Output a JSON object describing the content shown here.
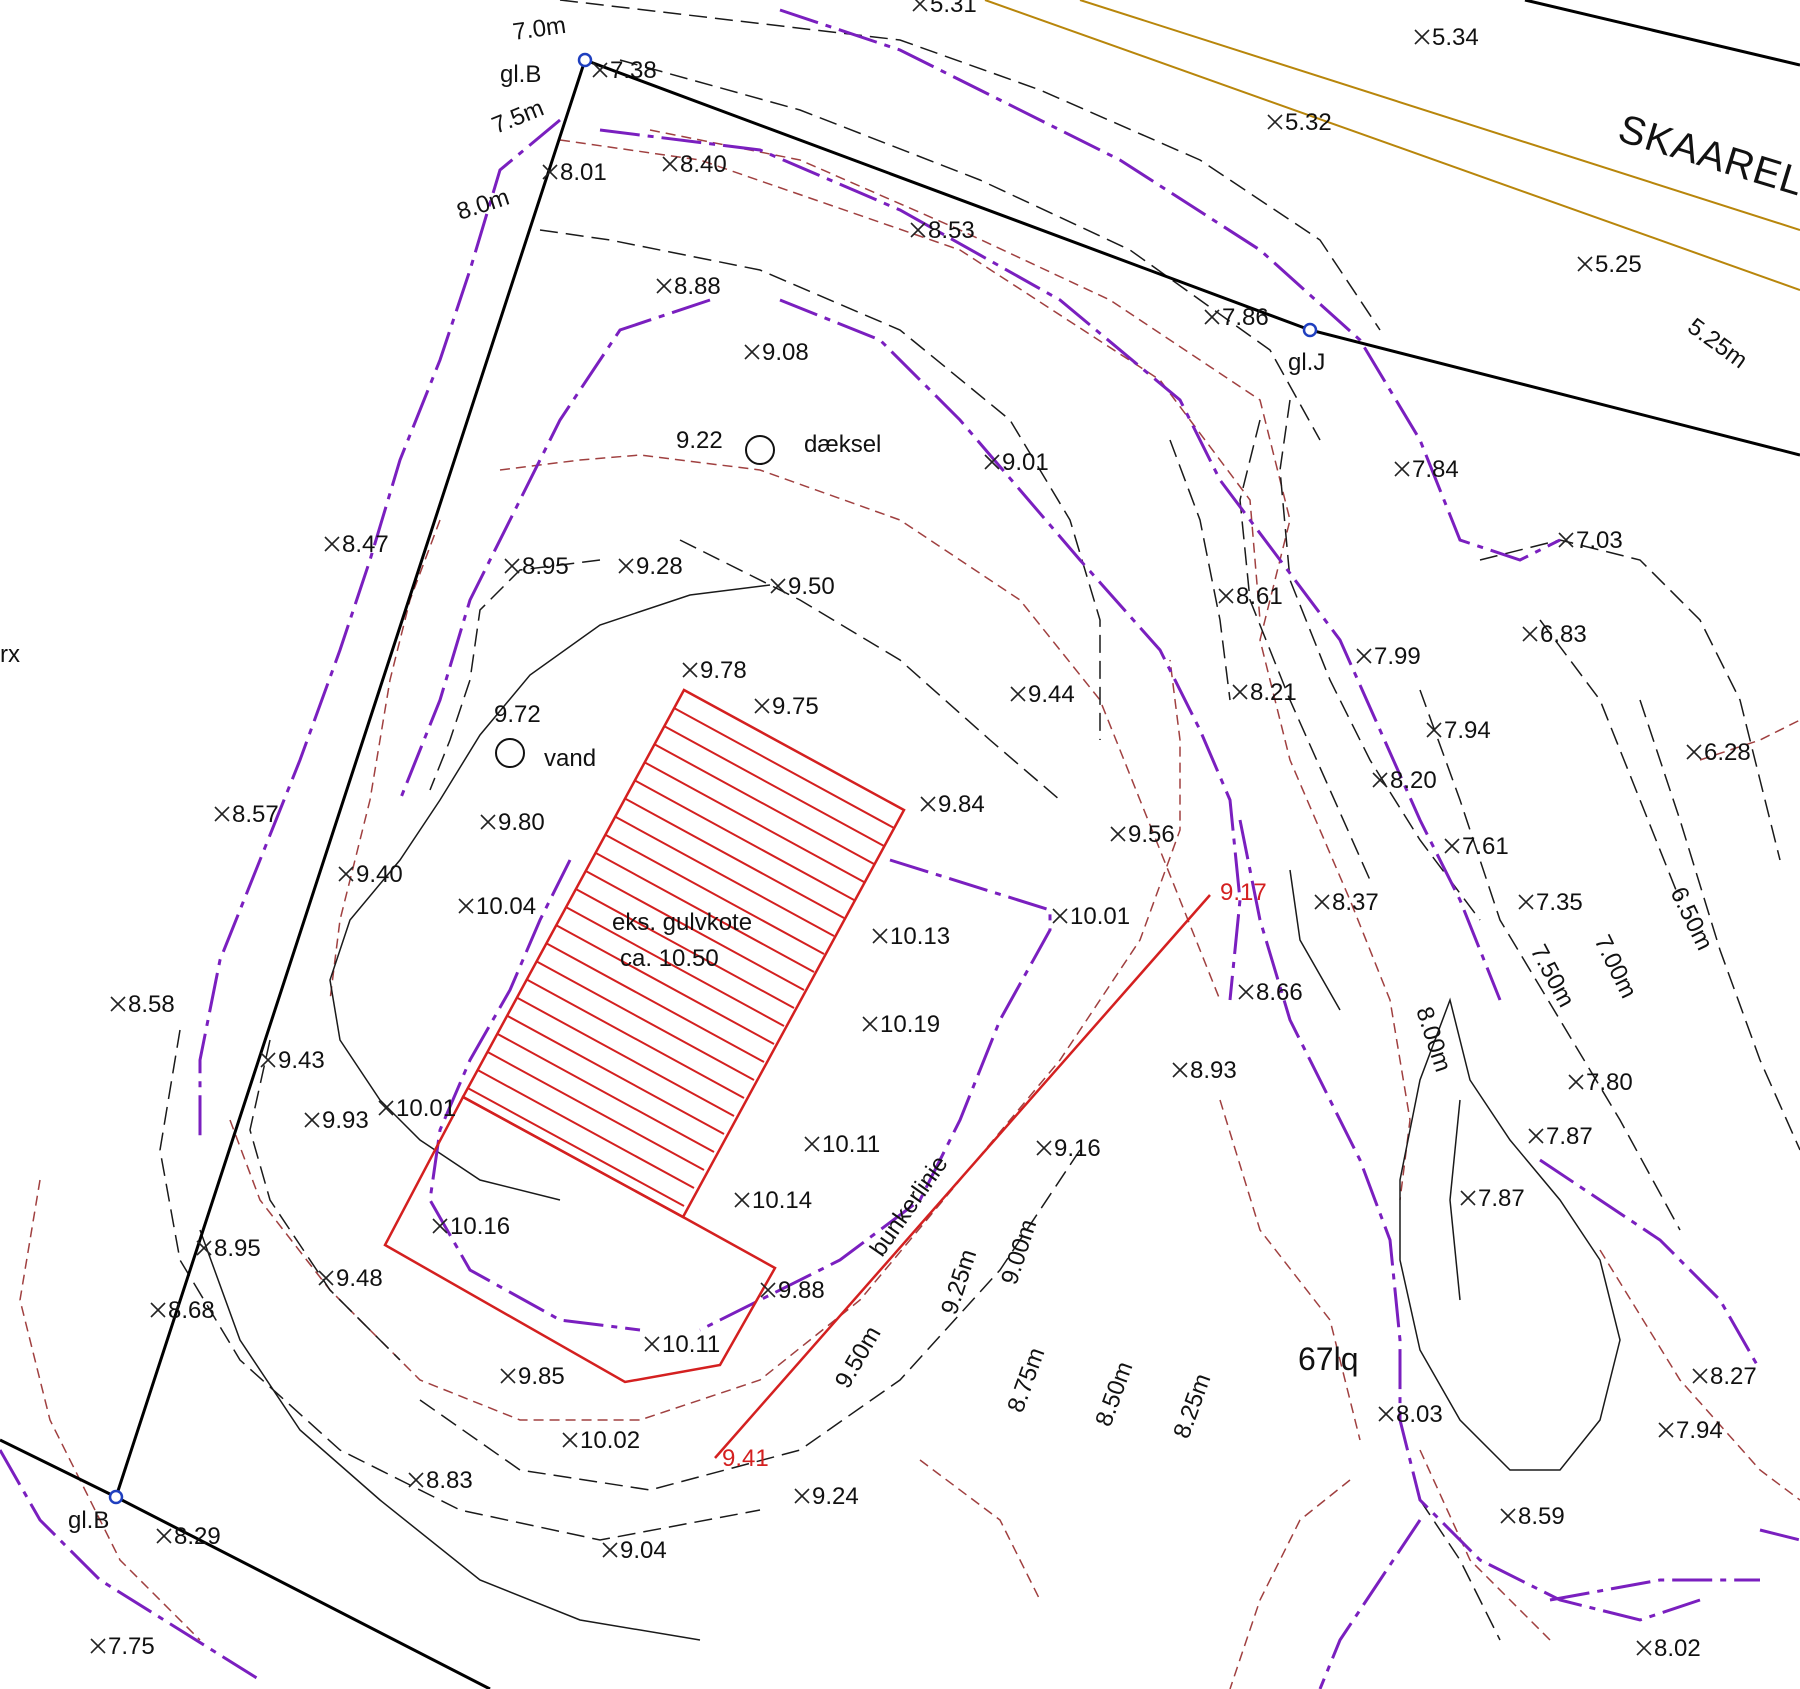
{
  "map": {
    "road_name": "SKAAREL",
    "cadastral_label": "67lq",
    "partial_left_label": "-rx",
    "colors": {
      "paper": "#ffffff",
      "boundary": "#000000",
      "contour_black": "#1a1a1a",
      "contour_purple": "#7a1fbf",
      "contour_brown": "#a04040",
      "building": "#d42020",
      "road_edge": "#b8860b",
      "boundary_point": "#1f3fbf"
    },
    "icons": {
      "spot_height": "x-cross-marker",
      "boundary_point": "small-blue-circle",
      "cover": "circle-marker"
    }
  },
  "boundary_points": [
    {
      "id": "bp-top",
      "label": "gl.B"
    },
    {
      "id": "bp-right",
      "label": "gl.J"
    },
    {
      "id": "bp-bottom",
      "label": "gl.B"
    }
  ],
  "building": {
    "label_line1": "eks. gulvkote",
    "label_line2": "ca. 10.50"
  },
  "bunker": {
    "label": "bunkerlinie",
    "end_top": "9.17",
    "end_bottom": "9.41"
  },
  "features": [
    {
      "id": "daeksel",
      "label": "dæksel",
      "value": "9.22"
    },
    {
      "id": "vand",
      "label": "vand",
      "value": "9.72"
    }
  ],
  "contour_labels": [
    "7.0m",
    "7.5m",
    "8.0m",
    "5.25m",
    "6.50m",
    "7.00m",
    "7.50m",
    "8.00m",
    "9.50m",
    "9.25m",
    "9.00m",
    "8.75m",
    "8.50m",
    "8.25m"
  ],
  "spot_heights": [
    "5.31",
    "5.34",
    "5.32",
    "5.25",
    "7.38",
    "8.01",
    "8.40",
    "8.53",
    "7.86",
    "8.88",
    "9.08",
    "9.01",
    "7.84",
    "7.03",
    "8.47",
    "8.95",
    "9.28",
    "9.50",
    "8.61",
    "6.83",
    "9.78",
    "9.75",
    "9.44",
    "8.21",
    "7.99",
    "7.94",
    "6.28",
    "8.20",
    "8.57",
    "9.84",
    "9.56",
    "9.80",
    "7.61",
    "9.40",
    "10.04",
    "10.01",
    "8.37",
    "7.35",
    "10.13",
    "8.66",
    "8.58",
    "10.19",
    "9.43",
    "8.93",
    "7.80",
    "9.93",
    "10.01",
    "7.87",
    "10.11",
    "9.16",
    "10.14",
    "7.87",
    "10.16",
    "8.95",
    "9.48",
    "9.88",
    "8.68",
    "10.11",
    "9.85",
    "8.27",
    "10.02",
    "8.03",
    "7.94",
    "8.83",
    "9.24",
    "8.59",
    "8.29",
    "9.04",
    "7.75",
    "8.02"
  ]
}
